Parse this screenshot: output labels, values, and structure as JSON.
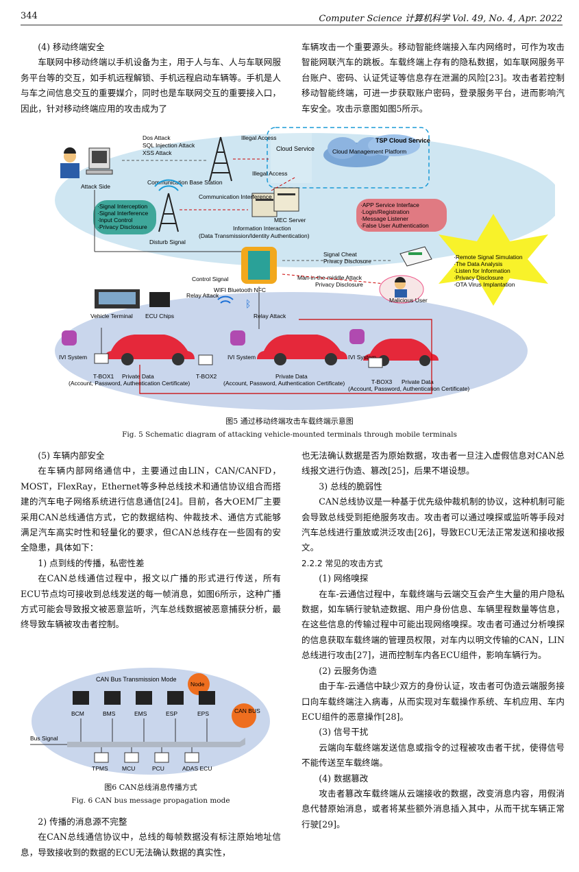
{
  "header": {
    "page_number": "344",
    "journal": "Computer Science  计算机科学  Vol. 49, No. 4, Apr. 2022"
  },
  "left_top": {
    "heading": "(4) 移动终端安全",
    "para": "车联网中移动终端以手机设备为主，用于人与车、人与车联网服务平台等的交互，如手机远程解锁、手机远程启动车辆等。手机是人与车之间信息交互的重要媒介，同时也是车联网交互的重要接入口，因此，针对移动终端应用的攻击成为了"
  },
  "right_top": {
    "para": "车辆攻击一个重要源头。移动智能终端接入车内网络时，可作为攻击智能网联汽车的跳板。车载终端上存有的隐私数据，如车联网服务平台账户、密码、认证凭证等信息存在泄漏的风险[23]。攻击者若控制移动智能终端，可进一步获取账户密码，登录服务平台，进而影响汽车安全。攻击示意图如图5所示。"
  },
  "figure5": {
    "labels": {
      "dos": "Dos Attack",
      "sql": "SQL Injection Attack",
      "xss": "XSS Attack",
      "attack_side": "Attack Side",
      "base_station": "Communication Base Station",
      "illegal_access_1": "Illegal Access",
      "illegal_access_2": "Illegal Access",
      "cloud_service": "Cloud Service",
      "cloud_mgmt": "Cloud Management Platform",
      "tsp": "TSP Cloud Service",
      "comm_interference": "Communication Interference",
      "mec_server": "MEC Server",
      "info_interaction": "Information Interaction",
      "info_interaction_sub": "(Data Transmission/Identity Authentication)",
      "disturb_signal": "Disturb Signal",
      "signal_cheat": "Signal Cheat",
      "privacy_disclosure_1": "Privacy Disclosure",
      "mitm": "Man-in-the-middle Attack",
      "privacy_disclosure_2": "Privacy Disclosure",
      "malicious_user": "Malicious User",
      "control_signal": "Control Signal",
      "relay_attack_1": "Relay Attack",
      "relay_attack_2": "Relay Attack",
      "wifi_bt": "WIFI Bluetooth NFC",
      "vehicle_terminal": "Vehicle Terminal",
      "ecu_chips": "ECU Chips",
      "ivi": "IVI System",
      "tbox1": "T-BOX1",
      "tbox2": "T-BOX2",
      "tbox3": "T-BOX3",
      "private_data": "Private Data",
      "private_data_sub": "(Account, Password, Authentication Certificate)"
    },
    "green_list": [
      "·Signal Interception",
      "·Signal Interference",
      "·Input Control",
      "·Privacy Disclosure"
    ],
    "red_list": [
      "·APP Service Interface",
      "·Login/Registration",
      "·Message Listener",
      "·False User Authentication"
    ],
    "yellow_list": [
      "·Remote Signal Simulation",
      "·The Data Analysis",
      "·Listen for Information",
      "·Privacy Disclosure",
      "·OTA Virus Implantation"
    ],
    "caption_cn": "图5  通过移动终端攻击车载终端示意图",
    "caption_en": "Fig. 5  Schematic diagram of attacking vehicle-mounted terminals through mobile terminals"
  },
  "left_bottom": {
    "h5": "(5) 车辆内部安全",
    "p1": "在车辆内部网络通信中，主要通过由LIN，CAN/CANFD，MOST，FlexRay，Ethernet等多种总线技术和通信协议组合而搭建的汽车电子网络系统进行信息通信[24]。目前，各大OEM厂主要采用CAN总线通信方式，它的数据结构、仲裁技术、通信方式能够满足汽车高实时性和轻量化的要求，但CAN总线存在一些固有的安全隐患，具体如下：",
    "h1": "1) 点到线的传播，私密性差",
    "p2": "在CAN总线通信过程中，报文以广播的形式进行传送，所有ECU节点均可接收到总线发送的每一帧消息，如图6所示，这种广播方式可能会导致报文被恶意监听，汽车总线数据被恶意捕获分析，最终导致车辆被攻击者控制。",
    "h2": "2) 传播的消息源不完整",
    "p3": "在CAN总线通信协议中，总线的每帧数据没有标注原始地址信息，导致接收到的数据的ECU无法确认数据的真实性，"
  },
  "figure6": {
    "title": "CAN Bus Transmission Mode",
    "node": "Node",
    "can_bus": "CAN BUS",
    "bus_signal": "Bus Signal",
    "top_nodes": [
      "BCM",
      "BMS",
      "EMS",
      "ESP",
      "EPS"
    ],
    "bottom_nodes": [
      "TPMS",
      "MCU",
      "PCU",
      "ADAS ECU"
    ],
    "caption_cn": "图6  CAN总线消息传播方式",
    "caption_en": "Fig. 6  CAN bus message propagation mode"
  },
  "right_bottom": {
    "p1": "也无法确认数据是否为原始数据，攻击者一旦注入虚假信息对CAN总线报文进行伪造、篡改[25]，后果不堪设想。",
    "h3": "3) 总线的脆弱性",
    "p2": "CAN总线协议是一种基于优先级仲裁机制的协议，这种机制可能会导致总线受到拒绝服务攻击。攻击者可以通过嗅探或监听等手段对汽车总线进行重放或洪泛攻击[26]，导致ECU无法正常发送和接收报文。",
    "sub": "2.2.2  常见的攻击方式",
    "a1": "(1) 网络嗅探",
    "pa1": "在车-云通信过程中，车载终端与云端交互会产生大量的用户隐私数据，如车辆行驶轨迹数据、用户身份信息、车辆里程数量等信息，在这些信息的传输过程中可能出现网络嗅探。攻击者可通过分析嗅探的信息获取车载终端的管理员权限，对车内以明文传输的CAN，LIN总线进行攻击[27]，进而控制车内各ECU组件，影响车辆行为。",
    "a2": "(2) 云服务伪造",
    "pa2": "由于车-云通信中缺少双方的身份认证，攻击者可伪造云端服务接口向车载终端注入病毒，从而实现对车载操作系统、车机应用、车内ECU组件的恶意操作[28]。",
    "a3": "(3) 信号干扰",
    "pa3": "云端向车载终端发送信息或指令的过程被攻击者干扰，使得信号不能传送至车载终端。",
    "a4": "(4) 数据篡改",
    "pa4": "攻击者篡改车载终端从云端接收的数据，改变消息内容，用假消息代替原始消息，或者将某些额外消息插入其中，从而干扰车辆正常行驶[29]。"
  }
}
